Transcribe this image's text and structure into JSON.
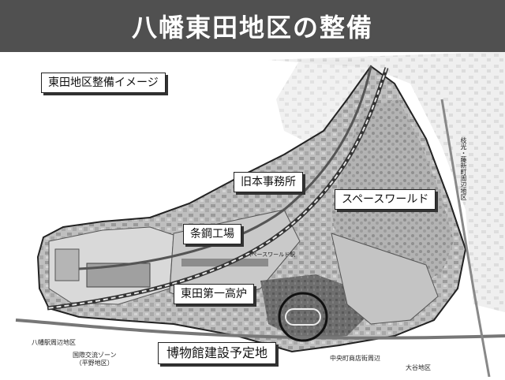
{
  "title": "八幡東田地区の整備",
  "map": {
    "image_label": "東田地区整備イメージ",
    "labels": {
      "old_office": "旧本事務所",
      "space_world": "スペースワールド",
      "steel_mill": "条鋼工場",
      "blast_furnace": "東田第一高炉",
      "museum_site": "博物館建設予定地",
      "space_world_station": "スペースワールド駅"
    },
    "area_labels": {
      "yahata_station": "八幡駅周辺地区",
      "intl_zone": "国際交流ゾーン\n（平野地区）",
      "chuo_shopping": "中央町商店街周辺",
      "otani": "大谷地区",
      "edamitsu": "枝光・藤新町周辺地区"
    }
  }
}
